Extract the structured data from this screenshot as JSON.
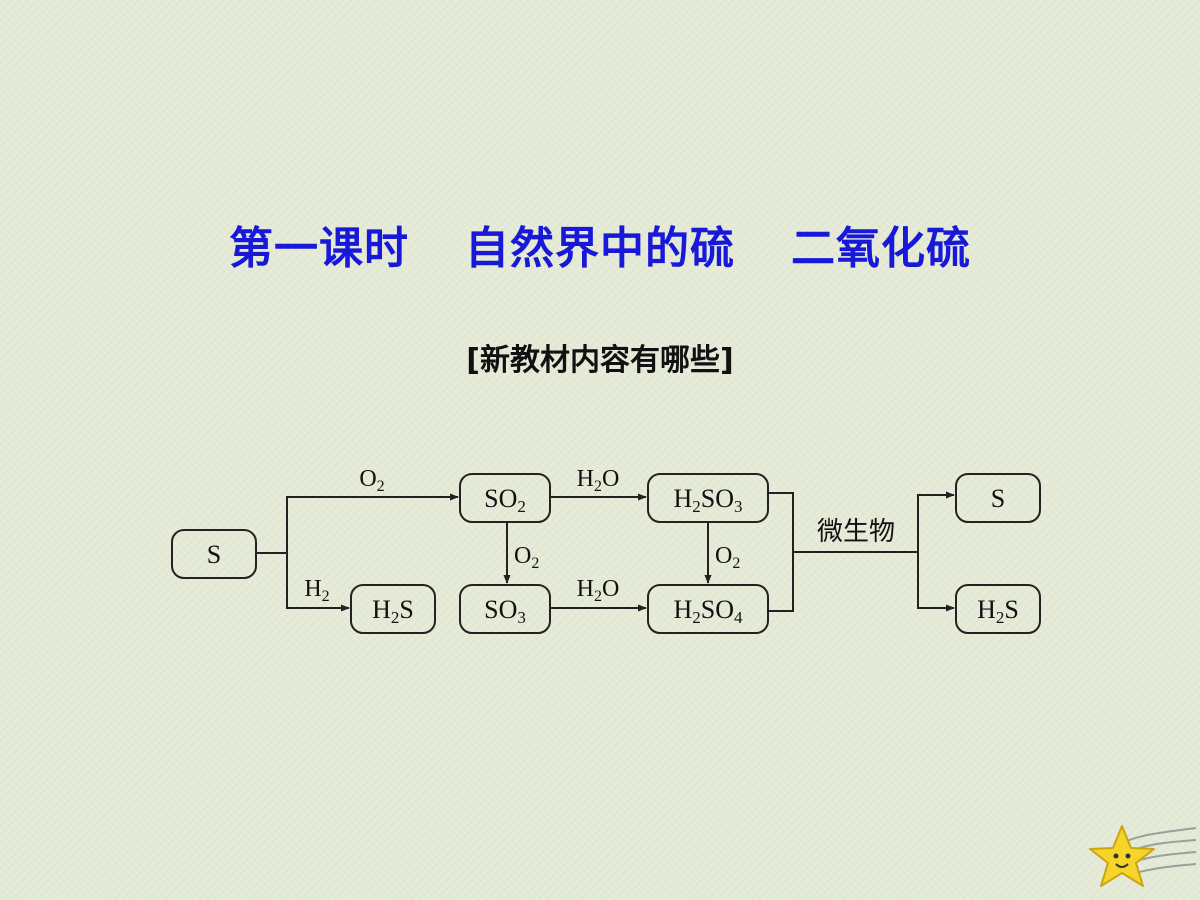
{
  "title": {
    "part1": "第一课时",
    "part2": "自然界中的硫",
    "part3": "二氧化硫"
  },
  "subtitle": "[新教材内容有哪些]",
  "diagram": {
    "nodes": {
      "s_start": {
        "base": "S"
      },
      "h2s_left": {
        "pre": "H",
        "sub": "2",
        "post": "S"
      },
      "so2": {
        "pre": "SO",
        "sub": "2",
        "post": ""
      },
      "so3": {
        "pre": "SO",
        "sub": "3",
        "post": ""
      },
      "h2so3": {
        "pre": "H",
        "sub": "2",
        "mid": "SO",
        "sub2": "3"
      },
      "h2so4": {
        "pre": "H",
        "sub": "2",
        "mid": "SO",
        "sub2": "4"
      },
      "s_end": {
        "base": "S"
      },
      "h2s_right": {
        "pre": "H",
        "sub": "2",
        "post": "S"
      }
    },
    "edges": {
      "o2_top": {
        "pre": "O",
        "sub": "2"
      },
      "h2_left": {
        "pre": "H",
        "sub": "2"
      },
      "h2o_top": {
        "pre": "H",
        "sub": "2",
        "post": "O"
      },
      "h2o_bottom": {
        "pre": "H",
        "sub": "2",
        "post": "O"
      },
      "o2_down1": {
        "pre": "O",
        "sub": "2"
      },
      "o2_down2": {
        "pre": "O",
        "sub": "2"
      },
      "microbe": "微生物"
    }
  },
  "colors": {
    "title": "#1818d8",
    "background": "#e4ead6",
    "star": "#f7d42a"
  },
  "icons": {
    "decoration": "star-icon"
  }
}
